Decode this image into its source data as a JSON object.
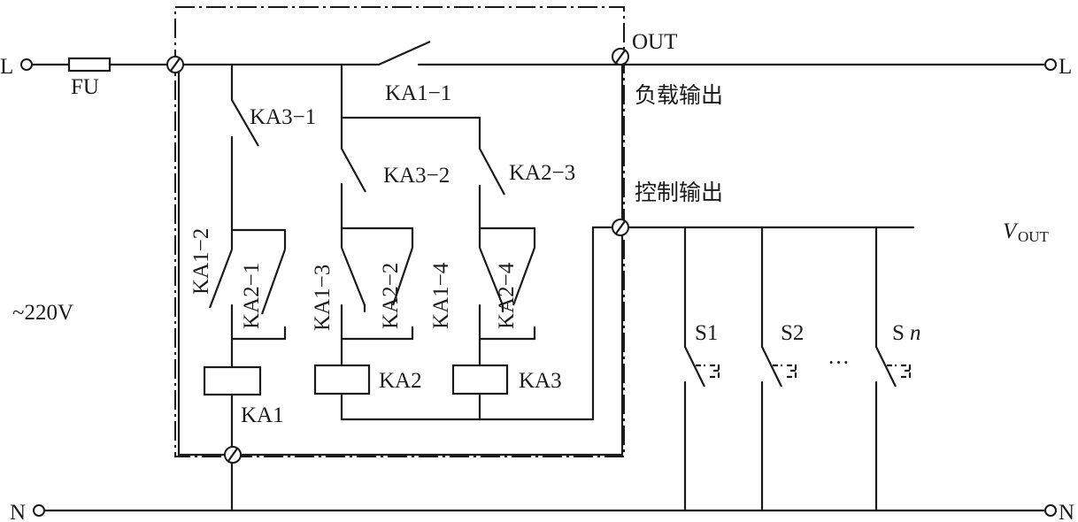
{
  "labels": {
    "line_left": "L",
    "line_right": "L",
    "neutral_left": "N",
    "neutral_right": "N",
    "fuse": "FU",
    "out": "OUT",
    "load_output": "负载输出",
    "control_output": "控制输出",
    "voltage": "~220V",
    "vout_main": "V",
    "vout_sub": "OUT",
    "ka1_1": "KA1−1",
    "ka3_1": "KA3−1",
    "ka3_2": "KA3−2",
    "ka2_3": "KA2−3",
    "ka1_2": "KA1−2",
    "ka2_1": "KA2−1",
    "ka1_3": "KA1−3",
    "ka2_2": "KA2−2",
    "ka1_4": "KA1−4",
    "ka2_4": "KA2−4",
    "coil_ka1": "KA1",
    "coil_ka2": "KA2",
    "coil_ka3": "KA3",
    "s1": "S1",
    "s2": "S2",
    "sn_main": "S",
    "sn_sub": "n",
    "ellipsis": "···"
  }
}
